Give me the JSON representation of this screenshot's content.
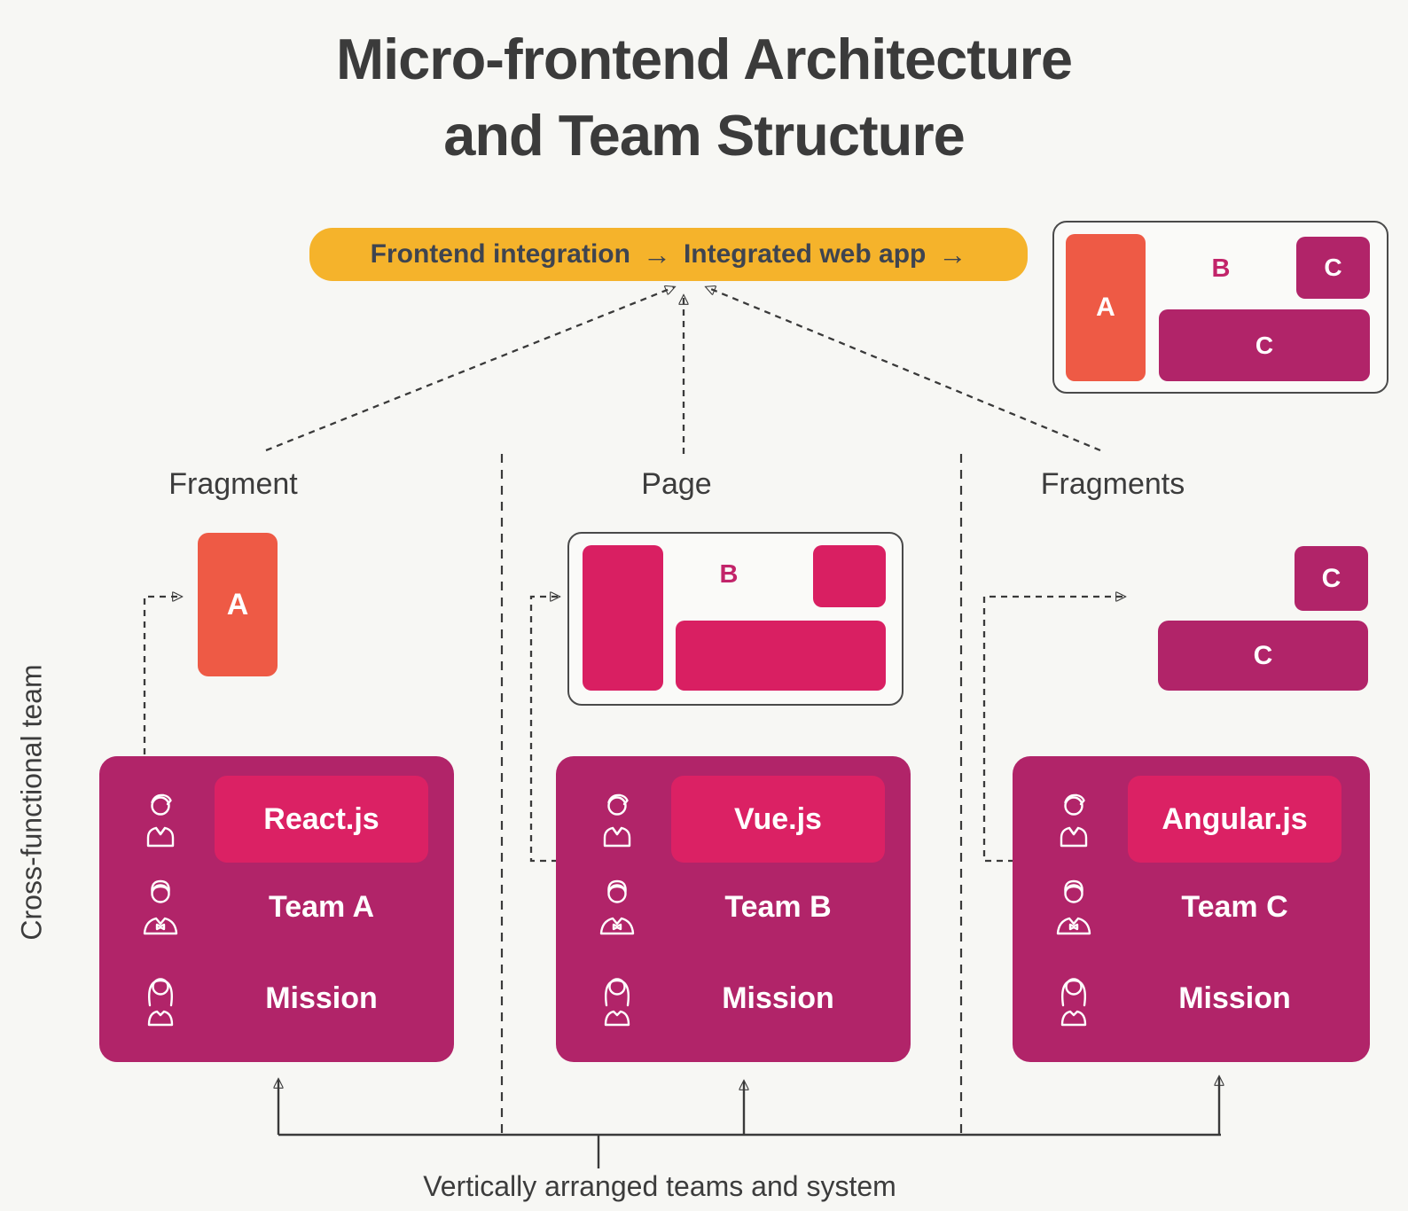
{
  "title": {
    "line1": "Micro-frontend Architecture",
    "line2": "and Team Structure"
  },
  "banner": {
    "left_text": "Frontend integration",
    "right_text": "Integrated web app",
    "arrow_glyph": "→"
  },
  "overview_box": {
    "a_label": "A",
    "b_label": "B",
    "c_small_label": "C",
    "c_wide_label": "C"
  },
  "sections": {
    "fragment": {
      "label": "Fragment",
      "block_label": "A"
    },
    "page": {
      "label": "Page",
      "block_label": "B"
    },
    "fragments": {
      "label": "Fragments",
      "c_small_label": "C",
      "c_wide_label": "C"
    }
  },
  "side_label": "Cross-functional team",
  "cards": [
    {
      "framework": "React.js",
      "team": "Team A",
      "mission": "Mission"
    },
    {
      "framework": "Vue.js",
      "team": "Team B",
      "mission": "Mission"
    },
    {
      "framework": "Angular.js",
      "team": "Team C",
      "mission": "Mission"
    }
  ],
  "caption": "Vertically arranged teams and system",
  "colors": {
    "background": "#F7F7F4",
    "yellow": "#F5B32B",
    "orange": "#EE5A45",
    "magenta": "#B12469",
    "bright_pink": "#D91F62",
    "badge_pink": "#DB2164",
    "text_dark": "#3B3B3B",
    "line": "#3A3A3A"
  }
}
